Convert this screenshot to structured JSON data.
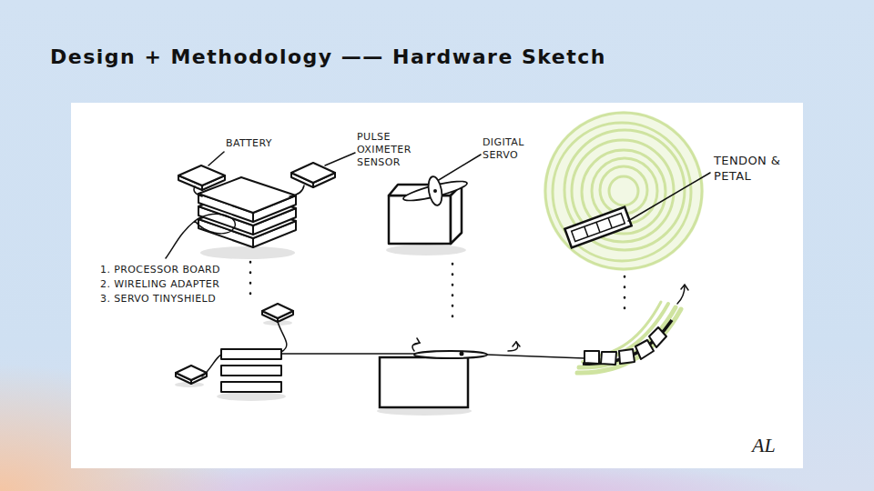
{
  "diagram": {
    "title": "Design + Methodology —— Hardware Sketch",
    "labels": [
      "BATTERY",
      "PULSE OXIMETER SENSOR",
      "DIGITAL SERVO",
      "TENDON & PETAL",
      "1. PROCESSOR BOARD",
      "2. WIRELING ADAPTER",
      "3. SERVO TINYSHIELD",
      "AL"
    ]
  }
}
